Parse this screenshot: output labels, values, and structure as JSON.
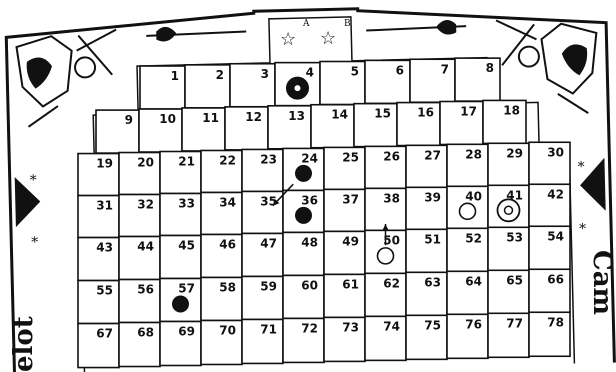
{
  "board": {
    "rows": [
      {
        "cells": [
          "1",
          "2",
          "3",
          "4",
          "5",
          "6",
          "7",
          "8"
        ]
      },
      {
        "cells": [
          "9",
          "10",
          "11",
          "12",
          "13",
          "14",
          "15",
          "16",
          "17",
          "18"
        ]
      },
      {
        "cells": [
          "19",
          "20",
          "21",
          "22",
          "23",
          "24",
          "25",
          "26",
          "27",
          "28",
          "29",
          "30"
        ]
      },
      {
        "cells": [
          "31",
          "32",
          "33",
          "34",
          "35",
          "36",
          "37",
          "38",
          "39",
          "40",
          "41",
          "42"
        ]
      },
      {
        "cells": [
          "43",
          "44",
          "45",
          "46",
          "47",
          "48",
          "49",
          "50",
          "51",
          "52",
          "53",
          "54"
        ]
      },
      {
        "cells": [
          "55",
          "56",
          "57",
          "58",
          "59",
          "60",
          "61",
          "62",
          "63",
          "64",
          "65",
          "66"
        ]
      },
      {
        "cells": [
          "67",
          "68",
          "69",
          "70",
          "71",
          "72",
          "73",
          "74",
          "75",
          "76",
          "77",
          "78"
        ]
      }
    ],
    "castle_labels": [
      "A",
      "B"
    ],
    "side_text_left": "elot",
    "side_text_right": "Cam"
  },
  "pieces": {
    "black_men": [
      "24",
      "36",
      "57"
    ],
    "black_knight": "4",
    "white_men": [
      "40",
      "50"
    ],
    "white_knight": "41"
  },
  "moves": [
    {
      "from": "24",
      "to": "35",
      "description": "diagonal arrow from 24 toward 35"
    },
    {
      "from": "50",
      "to": "38",
      "description": "arrow from 50 up to 38"
    }
  ],
  "colors": {
    "ink": "#111111",
    "paper": "#ffffff"
  }
}
